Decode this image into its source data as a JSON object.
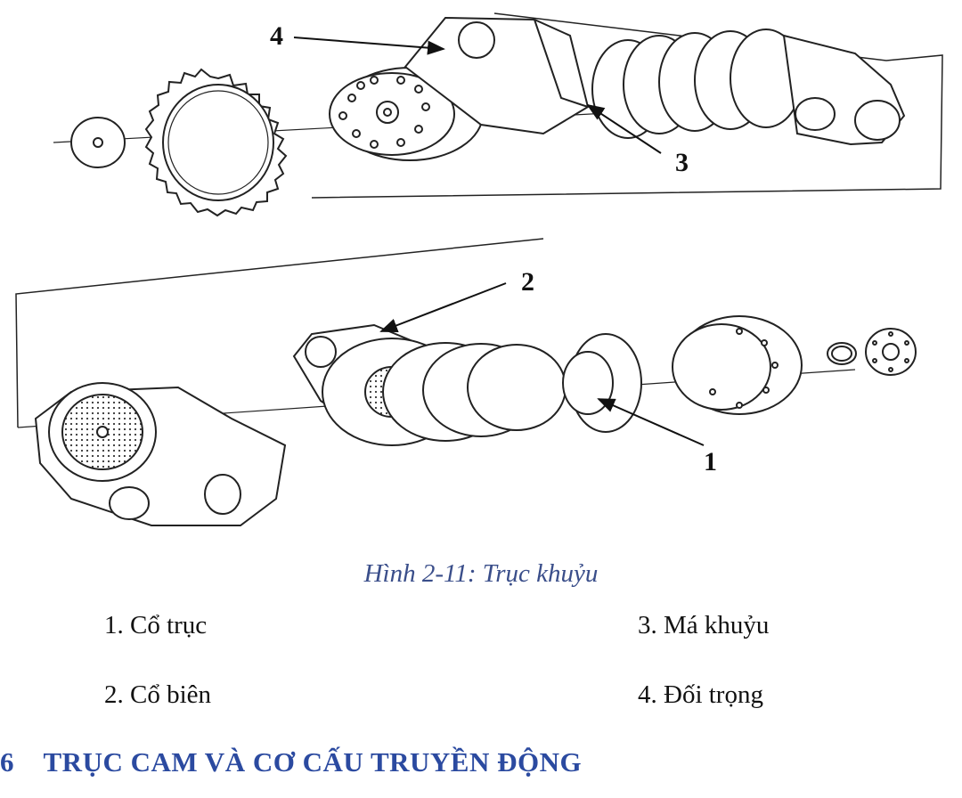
{
  "figure": {
    "callouts": [
      "4",
      "3",
      "2",
      "1"
    ]
  },
  "caption": "Hình 2-11: Trục khuỷu",
  "legend": [
    "1. Cổ trục",
    "2. Cổ biên",
    "3. Má khuỷu",
    "4. Đối trọng"
  ],
  "section": {
    "number": "6",
    "title": "TRỤC CAM VÀ CƠ CẤU TRUYỀN ĐỘNG"
  }
}
